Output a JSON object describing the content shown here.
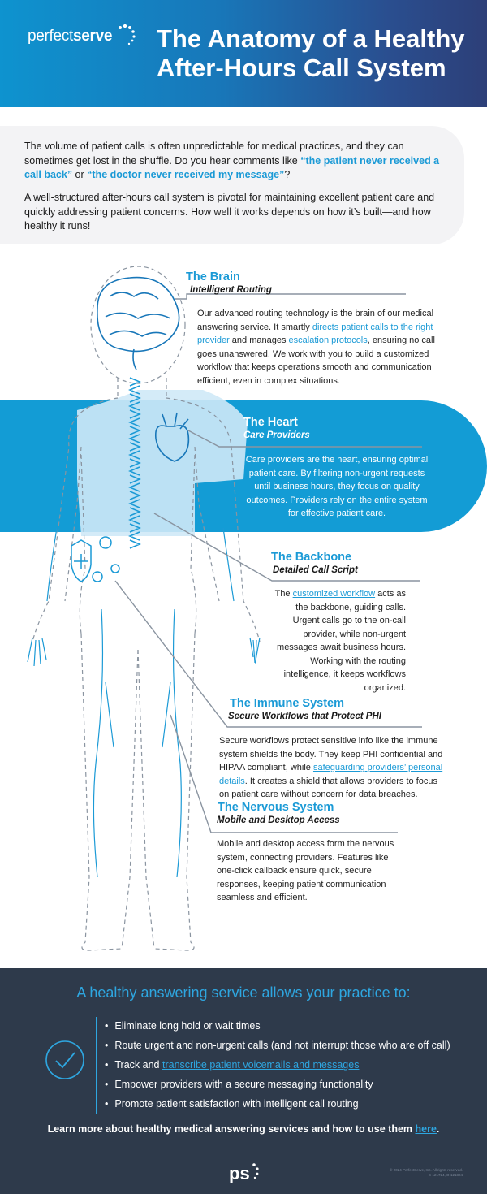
{
  "header": {
    "logo_thin": "perfect",
    "logo_bold": "serve",
    "title_line1": "The Anatomy of a Healthy",
    "title_line2": "After-Hours Call System"
  },
  "intro": {
    "p1_a": "The volume of patient calls is often unpredictable for medical practices, and they can sometimes get lost in the shuffle. Do you hear comments like ",
    "p1_q1": "“the patient never received a call back”",
    "p1_b": " or ",
    "p1_q2": "“the doctor never received my message”",
    "p1_c": "?",
    "p2": "A well-structured after-hours call system is pivotal for maintaining excellent patient care and quickly addressing patient concerns. How well it works depends on how it’s built—and how healthy it runs!"
  },
  "sections": {
    "brain": {
      "title": "The Brain",
      "sub": "Intelligent Routing",
      "t1": "Our advanced routing technology is the brain of our medical answering service. It smartly ",
      "l1": "directs patient calls to the right provider",
      "t2": " and manages ",
      "l2": "escalation protocols",
      "t3": ", ensuring no call goes unanswered. We work with you to build a customized workflow that keeps operations smooth and communication efficient, even in complex situations."
    },
    "heart": {
      "title": "The Heart",
      "sub": "Care Providers",
      "text": "Care providers are the heart, ensuring optimal patient care. By filtering non-urgent requests until business hours, they focus on quality outcomes. Providers rely on the entire system for effective patient care."
    },
    "backbone": {
      "title": "The Backbone",
      "sub": "Detailed Call Script",
      "t1": "The ",
      "l1": "customized workflow",
      "t2": " acts as the backbone, guiding calls. Urgent calls go to the on-call provider, while non-urgent messages await business hours. Working with the routing intelligence, it keeps workflows organized."
    },
    "immune": {
      "title": "The Immune System",
      "sub": "Secure Workflows that Protect PHI",
      "t1": "Secure workflows protect sensitive info like the immune system shields the body. They keep PHI confidential and HIPAA compliant, while ",
      "l1": "safeguarding providers’ personal details",
      "t2": ". It creates a shield that allows providers to focus on patient care without concern for data breaches."
    },
    "nervous": {
      "title": "The Nervous System",
      "sub": "Mobile and Desktop Access",
      "text": "Mobile and desktop access form the nervous system, connecting providers. Features like one-click callback ensure quick, secure responses, keeping patient communication seamless and efficient."
    }
  },
  "footer": {
    "heading": "A healthy answering service allows your practice to:",
    "items": [
      "Eliminate long hold or wait times",
      "Route urgent and non-urgent calls (and not interrupt those who are off call)",
      "Track and ",
      "Empower providers with a secure messaging functionality",
      "Promote patient satisfaction with intelligent call routing"
    ],
    "item3_link": "transcribe patient voicemails and messages",
    "cta": "Learn more about healthy medical answering services and how to use them ",
    "cta_link": "here",
    "cta_end": ".",
    "copyright_1": "© 2024 PerfectServe, Inc. All rights reserved.",
    "copyright_2": "C-121724, O-121824"
  },
  "colors": {
    "accent": "#1b9ad6",
    "band": "#139cd5",
    "footer_bg": "#2e3a4b",
    "header_start": "#0e93cf",
    "header_end": "#2d3f78"
  }
}
